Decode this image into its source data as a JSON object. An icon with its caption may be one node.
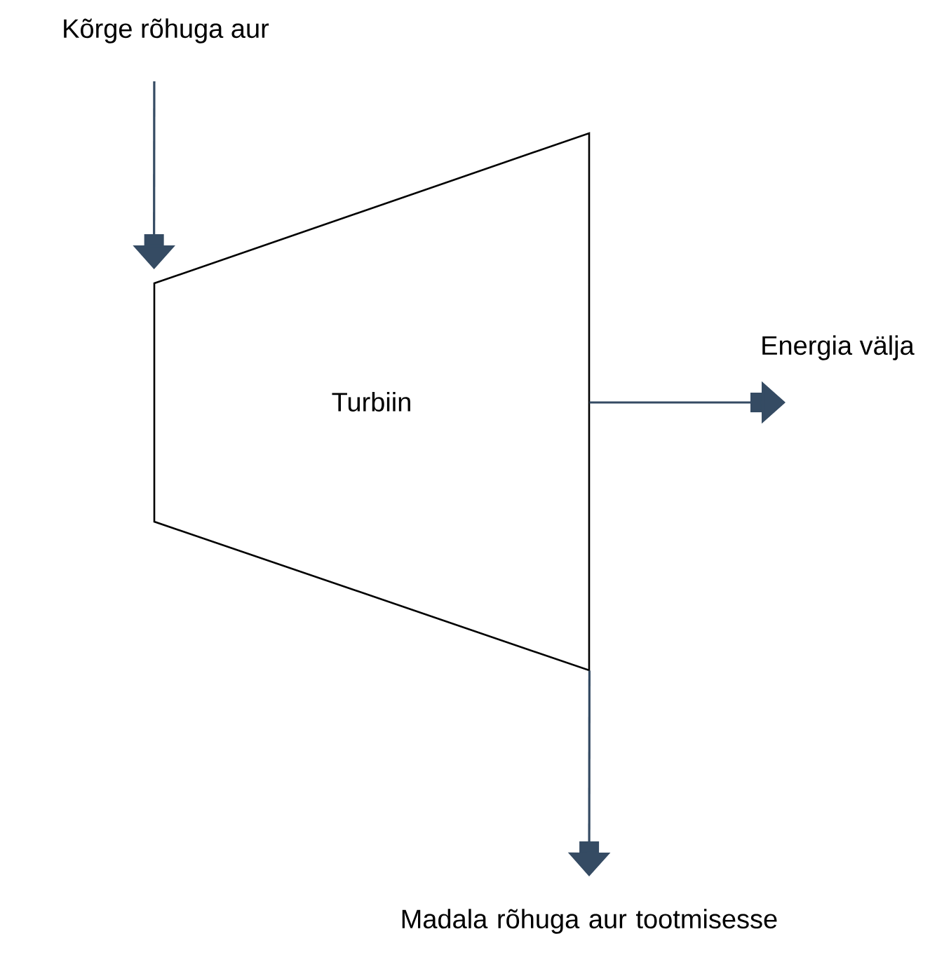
{
  "diagram": {
    "nodes": [
      {
        "text": [
          "Kõrge rõhuga aur"
        ]
      },
      {
        "text": [
          "Turbiin"
        ]
      },
      {
        "text": [
          "Energia välja"
        ]
      },
      {
        "text": [
          "Madala rõhuga aur tootmisesse"
        ]
      }
    ],
    "edges": [
      {
        "from": 0,
        "to": 1,
        "arrow": "to"
      },
      {
        "from": 1,
        "to": 2,
        "arrow": "to"
      },
      {
        "from": 1,
        "to": 3,
        "arrow": "to"
      }
    ]
  }
}
